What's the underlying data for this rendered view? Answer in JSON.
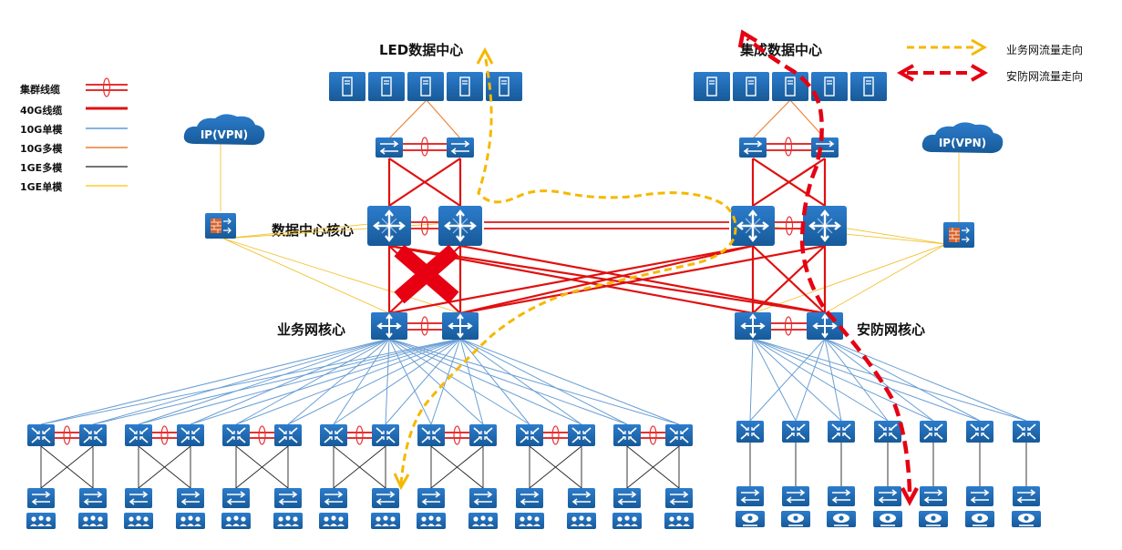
{
  "titles": {
    "led_dc": "LED数据中心",
    "integrated_dc": "集成数据中心",
    "dc_core": "数据中心核心",
    "business_core": "业务网核心",
    "security_core": "安防网核心"
  },
  "clouds": {
    "left": "IP(VPN)",
    "right": "IP(VPN)"
  },
  "legend": {
    "items": [
      "集群线缆",
      "40G线缆",
      "10G单模",
      "10G多模",
      "1GE多模",
      "1GE单模"
    ],
    "colors": [
      "#e53030",
      "#e01010",
      "#5b9bd5",
      "#ed7d31",
      "#222222",
      "#ffc000"
    ]
  },
  "flow_legend": {
    "business": "业务网流量走向",
    "security": "安防网流量走向",
    "business_color": "#f5b800",
    "security_color": "#e60012"
  },
  "colors": {
    "device": "#1f6db1",
    "link_red": "#e01010",
    "link_blue": "#6a9fd4",
    "cross": "#e60012"
  }
}
